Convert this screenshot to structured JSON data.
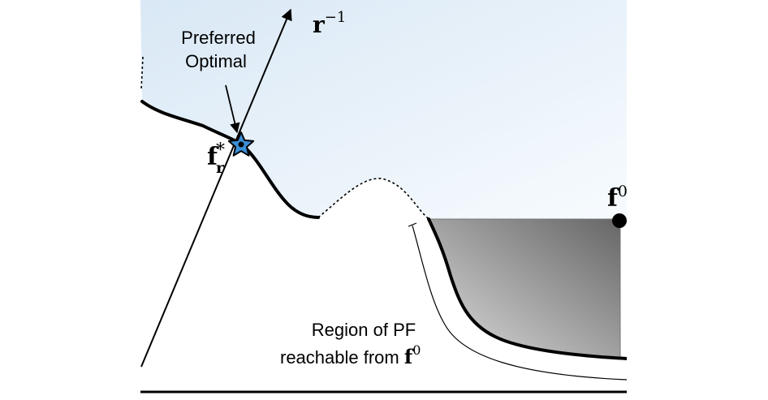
{
  "annotations": {
    "preferred_line1": "Preferred",
    "preferred_line2": "Optimal",
    "region_line1": "Region of PF",
    "region_line2_prefix": "reachable from "
  },
  "math_labels": {
    "r_base": "r",
    "r_exp": "−1",
    "fr_base": "f",
    "fr_sub": "r",
    "fr_sup": "*",
    "f0_base": "f",
    "f0_sup": "0",
    "region_f_base": "f",
    "region_f_sup": "0"
  },
  "colors": {
    "feasible_fill": "#e4eff8",
    "front_stroke": "#000000",
    "star_fill": "#3a8fd6",
    "shade_dark": "#6d6d6d",
    "shade_light": "#d2d2d2"
  },
  "icons": {
    "star": "star-icon",
    "point": "filled-circle"
  }
}
